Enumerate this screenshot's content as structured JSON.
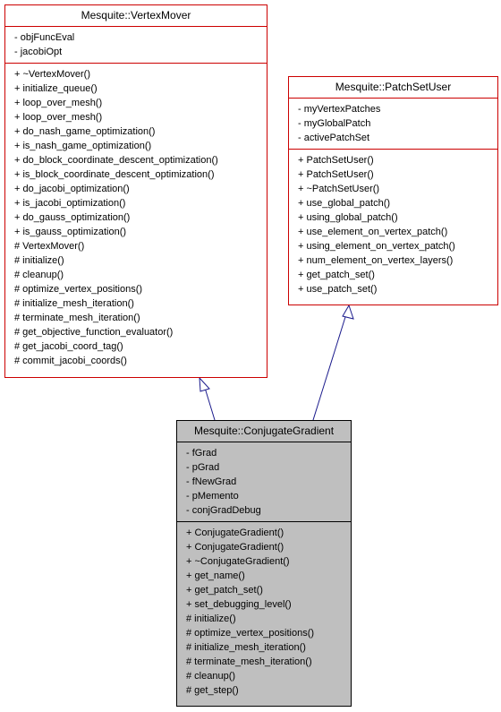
{
  "vertex_mover": {
    "name": "Mesquite::VertexMover",
    "attributes": [
      "- objFuncEval",
      "- jacobiOpt"
    ],
    "methods": [
      "+ ~VertexMover()",
      "+ initialize_queue()",
      "+ loop_over_mesh()",
      "+ loop_over_mesh()",
      "+ do_nash_game_optimization()",
      "+ is_nash_game_optimization()",
      "+ do_block_coordinate_descent_optimization()",
      "+ is_block_coordinate_descent_optimization()",
      "+ do_jacobi_optimization()",
      "+ is_jacobi_optimization()",
      "+ do_gauss_optimization()",
      "+ is_gauss_optimization()",
      "# VertexMover()",
      "# initialize()",
      "# cleanup()",
      "# optimize_vertex_positions()",
      "# initialize_mesh_iteration()",
      "# terminate_mesh_iteration()",
      "# get_objective_function_evaluator()",
      "# get_jacobi_coord_tag()",
      "# commit_jacobi_coords()"
    ]
  },
  "patch_set_user": {
    "name": "Mesquite::PatchSetUser",
    "attributes": [
      "- myVertexPatches",
      "- myGlobalPatch",
      "- activePatchSet"
    ],
    "methods": [
      "+ PatchSetUser()",
      "+ PatchSetUser()",
      "+ ~PatchSetUser()",
      "+ use_global_patch()",
      "+ using_global_patch()",
      "+ use_element_on_vertex_patch()",
      "+ using_element_on_vertex_patch()",
      "+ num_element_on_vertex_layers()",
      "+ get_patch_set()",
      "+ use_patch_set()"
    ]
  },
  "conjugate_gradient": {
    "name": "Mesquite::ConjugateGradient",
    "attributes": [
      "- fGrad",
      "- pGrad",
      "- fNewGrad",
      "- pMemento",
      "- conjGradDebug"
    ],
    "methods": [
      "+ ConjugateGradient()",
      "+ ConjugateGradient()",
      "+ ~ConjugateGradient()",
      "+ get_name()",
      "+ get_patch_set()",
      "+ set_debugging_level()",
      "# initialize()",
      "# optimize_vertex_positions()",
      "# initialize_mesh_iteration()",
      "# terminate_mesh_iteration()",
      "# cleanup()",
      "# get_step()"
    ]
  },
  "colors": {
    "base_border": "#cc0000",
    "derived_fill": "#bfbfbf",
    "inheritance_line": "#1a1a8c"
  }
}
